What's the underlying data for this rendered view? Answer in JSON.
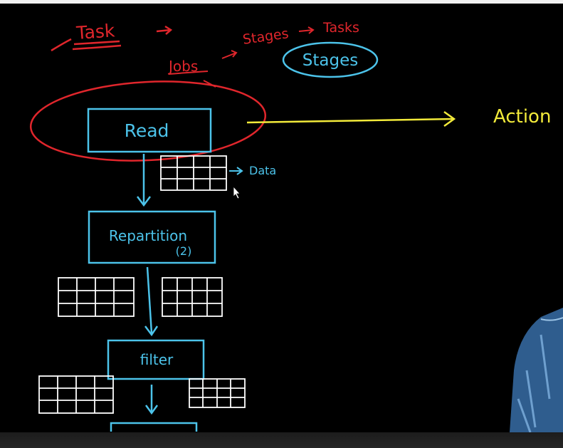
{
  "top_notes": {
    "task": "Task",
    "jobs": "Jobs",
    "stages_small": "Stages",
    "tasks_small": "Tasks",
    "stages_circled": "Stages"
  },
  "action_label": "Action",
  "nodes": {
    "read": "Read",
    "repartition": "Repartition",
    "repartition_arg": "(2)",
    "filter": "filter"
  },
  "data_label": "Data",
  "colors": {
    "background": "#000000",
    "red_ink": "#e0262c",
    "blue_ink": "#4cc3ea",
    "white_ink": "#ffffff",
    "yellow_ink": "#f2ea3a"
  }
}
